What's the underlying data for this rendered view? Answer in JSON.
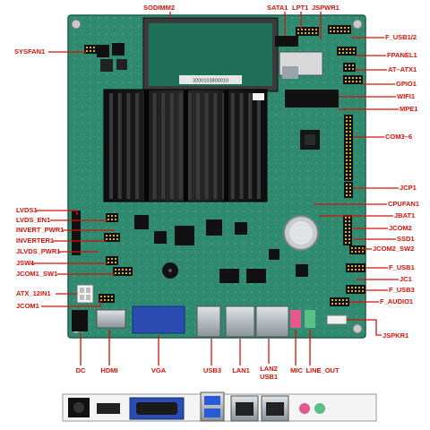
{
  "colors": {
    "label": "#d8120b",
    "leader": "#d8120b",
    "pcb": "#2f8a6f",
    "heatsink": "#1b1b1b",
    "connector_metal": "#9aa3ac",
    "vga_blue": "#2b4cb0"
  },
  "top_labels": {
    "sodimm2": "SODIMM2",
    "sata1": "SATA1",
    "lpt1": "LPT1",
    "jspwr1": "JSPWR1"
  },
  "left_labels": {
    "sysfan1": "SYSFAN1",
    "lvds1": "LVDS1",
    "lvds_en1": "LVDS_EN1",
    "invert_pwr1": "INVERT_PWR1",
    "inverter1": "INVERTER1",
    "jlvds_pwr1": "JLVDS_PWR1",
    "jsw1": "JSW1",
    "jcom1_sw1": "JCOM1_SW1",
    "atx_12in1": "ATX_12IN1",
    "jcom1": "JCOM1"
  },
  "right_labels": {
    "f_usb1_2": "F_USB1/2",
    "fpanel1": "FPANEL1",
    "at_atx1": "AT–ATX1",
    "gpio1": "GPIO1",
    "wifi1": "WIFI1",
    "mpe1": "MPE1",
    "com3_6": "COM3–6",
    "jcp1": "JCP1",
    "cpufan1": "CPUFAN1",
    "jbat1": "JBAT1",
    "jcom2": "JCOM2",
    "ssd1": "SSD1",
    "jcom2_sw2": "JCOM2_SW2",
    "f_usb1": "F_USB1",
    "jc1": "JC1",
    "f_usb3": "F_USB3",
    "f_audio1": "F_AUDIO1",
    "jspkr1": "JSPKR1"
  },
  "bottom_labels": {
    "dc": "DC",
    "hdmi": "HDMI",
    "vga": "VGA",
    "usb3": "USB3",
    "lan1": "LAN1",
    "lan2_usb1_line1": "LAN2",
    "lan2_usb1_line2": "USB1",
    "mic": "MIC",
    "line_out": "LINE_OUT"
  },
  "board_text": {
    "heatsink_sticker": "3200103800010",
    "dimm_sticker": "3200103800010"
  },
  "icons": {
    "cmos_battery": "coin-cell-battery-icon",
    "buzzer": "buzzer-icon",
    "cpu_chip": "chip-icon"
  }
}
